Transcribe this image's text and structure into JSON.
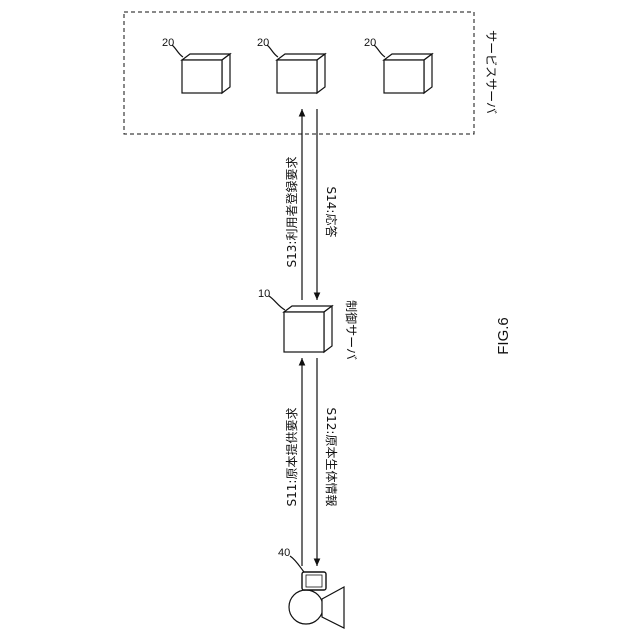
{
  "figure_label": "FIG.6",
  "service_server": {
    "label": "サービスサーバ",
    "units": [
      {
        "ref": "20"
      },
      {
        "ref": "20"
      },
      {
        "ref": "20"
      }
    ]
  },
  "control_server": {
    "ref": "10",
    "label": "制御サーバ"
  },
  "user": {
    "ref": "40"
  },
  "steps": {
    "s11": "S11:原本提供要求",
    "s12": "S12:原本生体情報",
    "s13": "S13:利用者登録要求",
    "s14": "S14:応答"
  }
}
